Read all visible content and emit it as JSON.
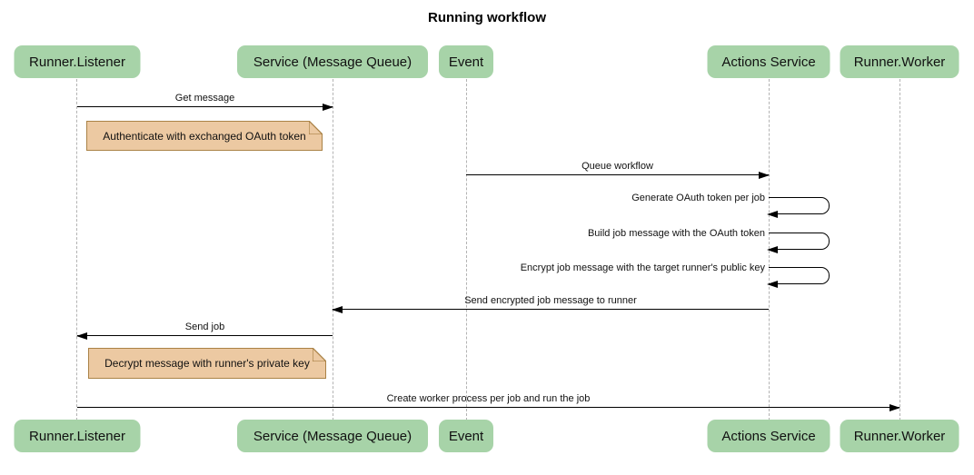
{
  "title": "Running workflow",
  "participants": [
    {
      "id": "runner-listener",
      "label": "Runner.Listener"
    },
    {
      "id": "service-message-queue",
      "label": "Service (Message Queue)"
    },
    {
      "id": "event",
      "label": "Event"
    },
    {
      "id": "actions-service",
      "label": "Actions Service"
    },
    {
      "id": "runner-worker",
      "label": "Runner.Worker"
    }
  ],
  "messages": [
    {
      "label": "Get message",
      "from": "Runner.Listener",
      "to": "Service (Message Queue)",
      "type": "solid-arrow"
    },
    {
      "label": "Queue workflow",
      "from": "Event",
      "to": "Actions Service",
      "type": "solid-arrow"
    },
    {
      "label": "Generate OAuth token per job",
      "from": "Actions Service",
      "to": "Actions Service",
      "type": "self-arrow"
    },
    {
      "label": "Build job message with the OAuth token",
      "from": "Actions Service",
      "to": "Actions Service",
      "type": "self-arrow"
    },
    {
      "label": "Encrypt job message with the target runner's public key",
      "from": "Actions Service",
      "to": "Actions Service",
      "type": "self-arrow"
    },
    {
      "label": "Send encrypted job message to runner",
      "from": "Actions Service",
      "to": "Service (Message Queue)",
      "type": "solid-arrow"
    },
    {
      "label": "Send job",
      "from": "Service (Message Queue)",
      "to": "Runner.Listener",
      "type": "solid-arrow"
    },
    {
      "label": "Create worker process per job and run the job",
      "from": "Runner.Listener",
      "to": "Runner.Worker",
      "type": "solid-arrow"
    }
  ],
  "notes": [
    {
      "text": "Authenticate with exchanged OAuth token",
      "anchor": "Runner.Listener"
    },
    {
      "text": "Decrypt message with runner's private key",
      "anchor": "Runner.Listener"
    }
  ],
  "colors": {
    "background": "#ffffff",
    "participant_fill": "#a7d3a8",
    "note_fill": "#ecc9a2",
    "note_border": "#aa8246",
    "lifeline": "#b3b3b3",
    "arrow": "#000000"
  }
}
